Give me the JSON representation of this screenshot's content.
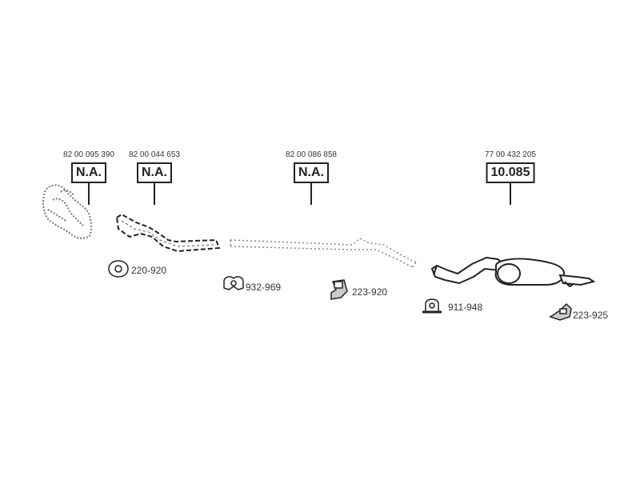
{
  "parts": [
    {
      "oem": "82 00 095 390",
      "code": "N.A."
    },
    {
      "oem": "82 00 044 653",
      "code": "N.A."
    },
    {
      "oem": "82 00 086 858",
      "code": "N.A."
    },
    {
      "oem": "77 00 432 205",
      "code": "10.085"
    }
  ],
  "accessories": [
    {
      "label": "220-920",
      "icon": "gasket-ring-icon"
    },
    {
      "label": "932-969",
      "icon": "pipe-clamp-icon"
    },
    {
      "label": "223-920",
      "icon": "mounting-bracket-icon"
    },
    {
      "label": "911-948",
      "icon": "u-bolt-clamp-icon"
    },
    {
      "label": "223-925",
      "icon": "rubber-hanger-icon"
    }
  ]
}
